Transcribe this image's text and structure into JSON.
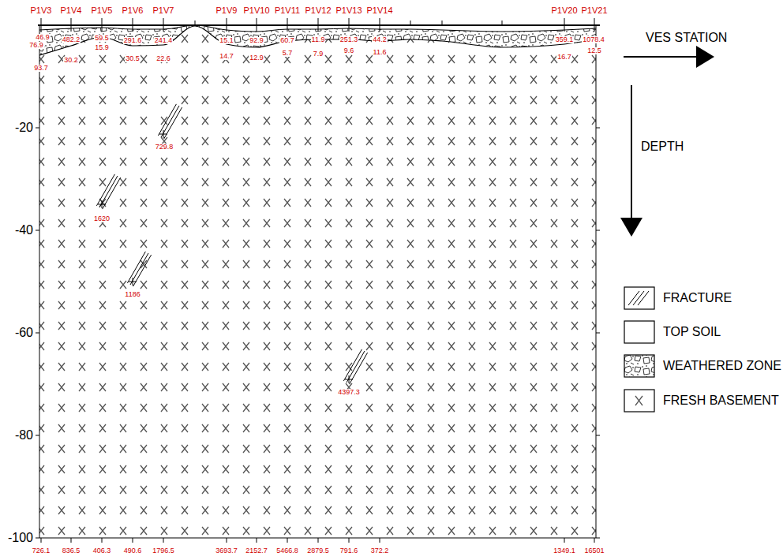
{
  "diagram": {
    "labels": [
      "-20",
      "-40",
      "-60",
      "-80",
      "-100",
      "VES STATION",
      "DEPTH",
      "P1V3",
      "P1V4",
      "P1V5",
      "P1V6",
      "P1V7",
      "P1V9",
      "P1V10",
      "P1V11",
      "P1V12",
      "P1V13",
      "P1V14",
      "P1V20",
      "P1V21",
      "46.9",
      "76.9",
      "93.7",
      "482.2",
      "30.2",
      "59.5",
      "15.9",
      "291.6",
      "30.5",
      "241.4",
      "22.6",
      "15.1",
      "14.7",
      "92.9",
      "12.9",
      "60.7",
      "5.7",
      "11.9",
      "7.9",
      "251.3",
      "9.6",
      "44.2",
      "11.6",
      "359.1",
      "16.7",
      "1078.4",
      "12.5",
      "729.8",
      "1620",
      "1186",
      "4397.3",
      "726.1",
      "836.5",
      "406.3",
      "490.6",
      "1796.5",
      "3693.7",
      "2152.7",
      "5466.8",
      "2879.5",
      "791.6",
      "372.2",
      "1349.1",
      "16501"
    ],
    "legend": [
      {
        "text": "FRACTURE"
      },
      {
        "text": "TOP SOIL"
      },
      {
        "text": "WEATHERED ZONE"
      },
      {
        "text": "FRESH BASEMENT"
      }
    ]
  }
}
